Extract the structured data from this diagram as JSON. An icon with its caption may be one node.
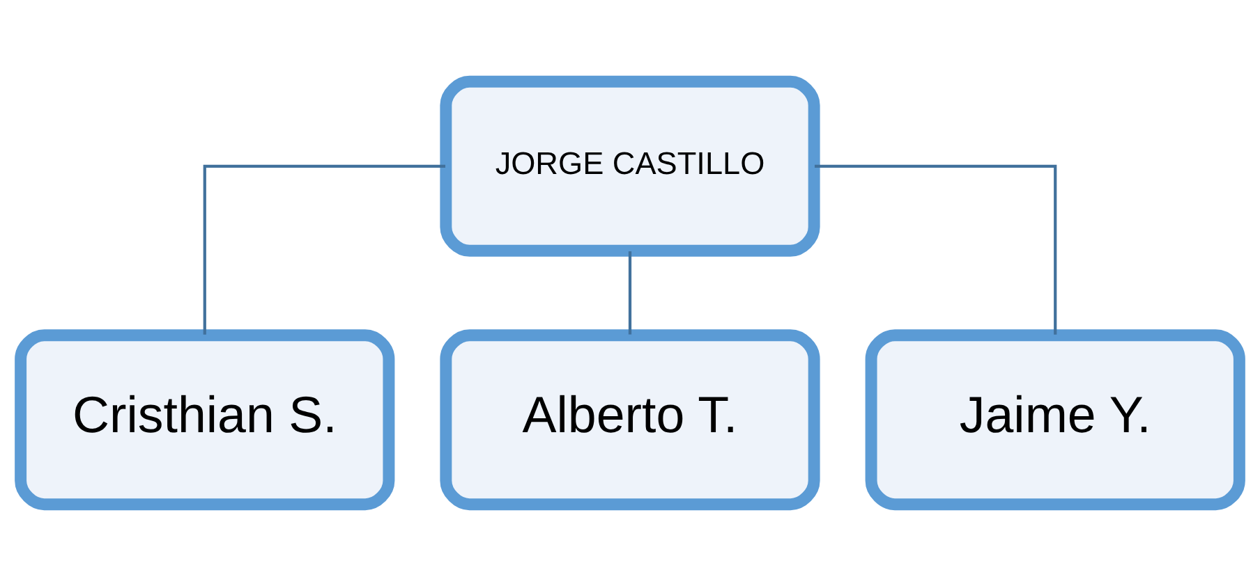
{
  "diagram": {
    "nodes": [
      {
        "text": [
          "JORGE CASTILLO"
        ]
      },
      {
        "text": [
          "Cristhian S."
        ]
      },
      {
        "text": [
          "Alberto T."
        ]
      },
      {
        "text": [
          "Jaime Y."
        ]
      }
    ],
    "edges": [
      {
        "from": 0,
        "to": 1,
        "arrow": "none"
      },
      {
        "from": 0,
        "to": 2,
        "arrow": "none"
      },
      {
        "from": 0,
        "to": 3,
        "arrow": "none"
      }
    ]
  }
}
